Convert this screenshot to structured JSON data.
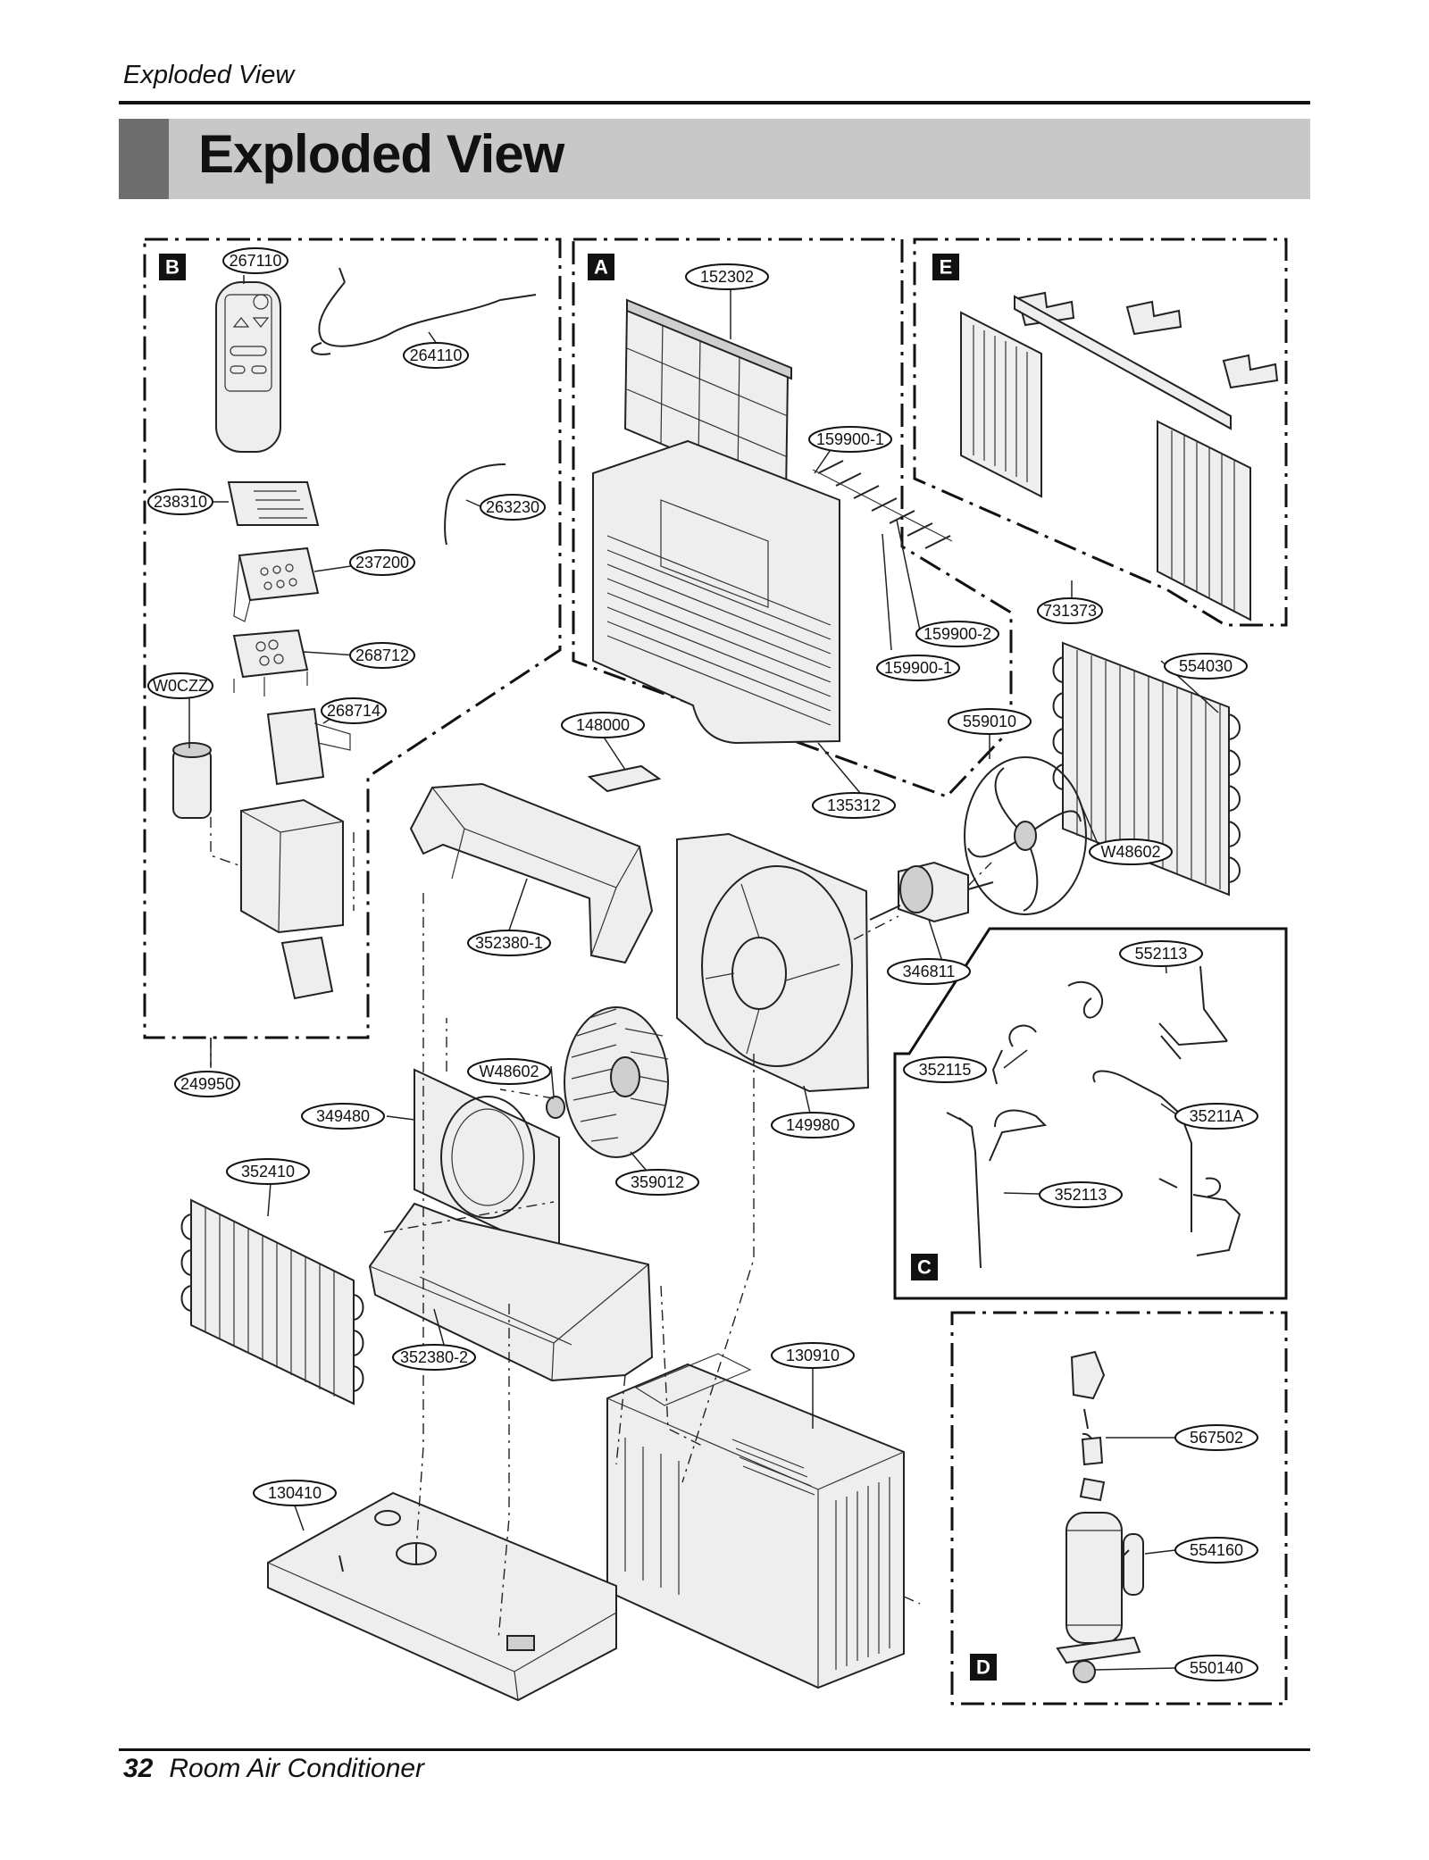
{
  "header": {
    "section": "Exploded View"
  },
  "title": "Exploded View",
  "footer": {
    "page_number": "32",
    "doc_title": "Room Air Conditioner"
  },
  "sections": {
    "a": "A",
    "b": "B",
    "c": "C",
    "d": "D",
    "e": "E"
  },
  "parts": {
    "p267110": "267110",
    "p264110": "264110",
    "p238310": "238310",
    "p263230": "263230",
    "p237200": "237200",
    "p268712": "268712",
    "pW0CZZ": "W0CZZ",
    "p268714": "268714",
    "p249950": "249950",
    "p152302": "152302",
    "p159900_1": "159900-1",
    "p159900_2": "159900-2",
    "p159900_1b": "159900-1",
    "p731373": "731373",
    "p554030": "554030",
    "p148000": "148000",
    "p559010": "559010",
    "p135312": "135312",
    "pW48602a": "W48602",
    "p352380_1": "352380-1",
    "p346811": "346811",
    "p552113": "552113",
    "p352115": "352115",
    "pW48602b": "W48602",
    "p349480": "349480",
    "p149980": "149980",
    "p35211A": "35211A",
    "p352410": "352410",
    "p359012": "359012",
    "p352113": "352113",
    "p352380_2": "352380-2",
    "p130910": "130910",
    "p567502": "567502",
    "p130410": "130410",
    "p554160": "554160",
    "p550140": "550140"
  }
}
